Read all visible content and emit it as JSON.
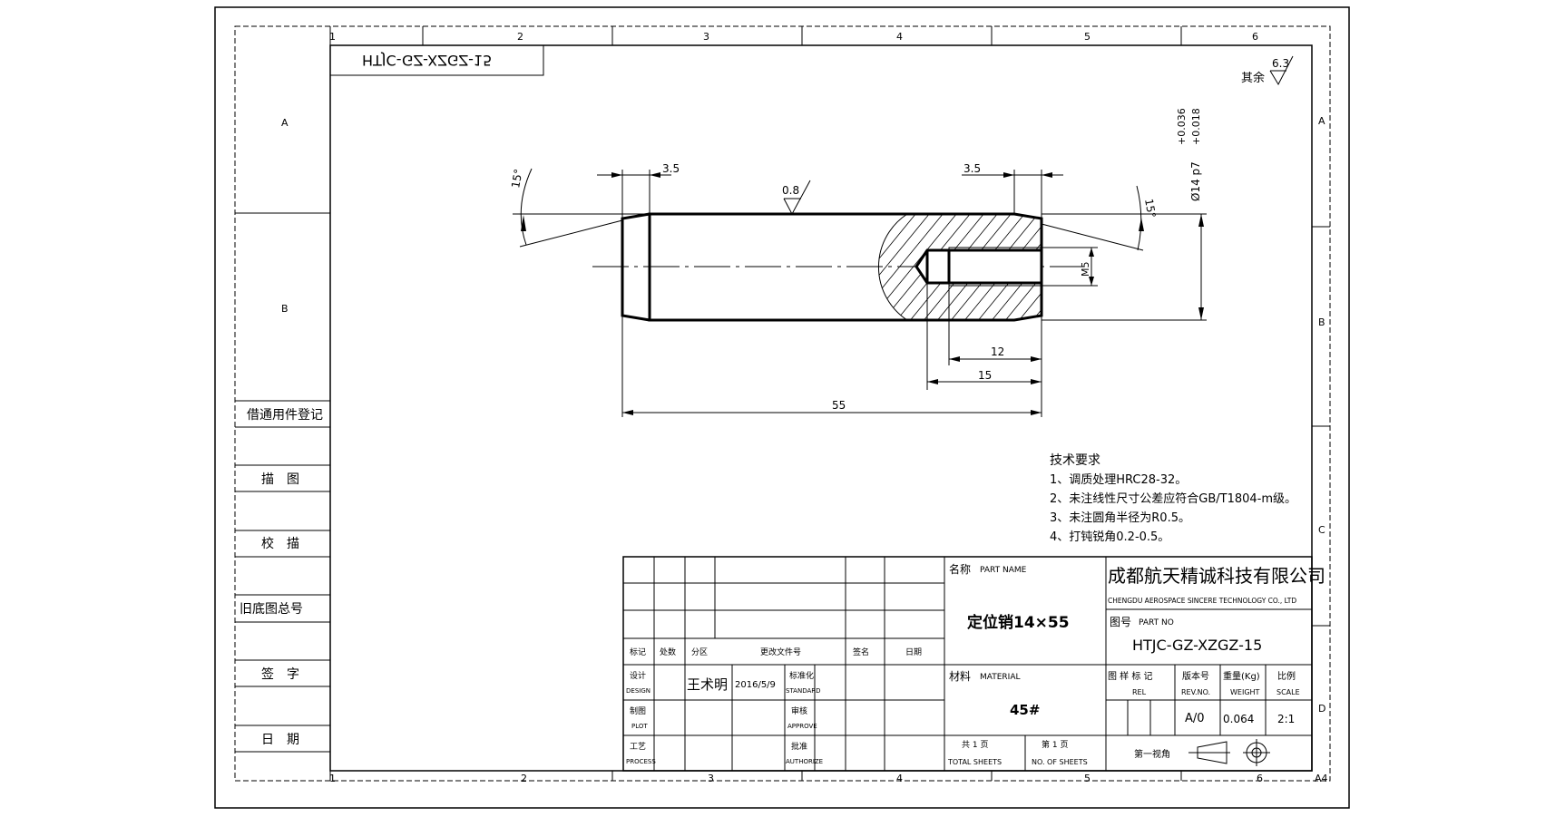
{
  "sheet": {
    "size": "A4",
    "zone_columns_top": [
      "1",
      "2",
      "3",
      "4",
      "5",
      "6"
    ],
    "zone_columns_bottom": [
      "1",
      "2",
      "3",
      "4",
      "5",
      "6"
    ],
    "zone_rows_left": [
      "A",
      "B"
    ],
    "zone_rows_right": [
      "A",
      "B",
      "C",
      "D"
    ],
    "mirrored_drawing_no": "HTJC-GZ-XZGZ-15"
  },
  "left_strip": {
    "items": [
      {
        "label": "借通用件登记"
      },
      {
        "label": "描　图"
      },
      {
        "label": "校　描"
      },
      {
        "label": "旧底图总号"
      },
      {
        "label": "签　字"
      },
      {
        "label": "日　期"
      }
    ]
  },
  "roughness": {
    "default_label": "其余",
    "default_value": "6.3",
    "surface_value": "0.8"
  },
  "dimensions": {
    "left_chamfer_length": "3.5",
    "right_chamfer_length": "3.5",
    "left_angle": "15°",
    "right_angle": "15°",
    "diameter": "Ø14 p7",
    "tol_upper": "+0.036",
    "tol_lower": "+0.018",
    "thread": "M5",
    "thread_depth": "12",
    "hole_depth": "15",
    "overall_length": "55"
  },
  "tech_requirements": {
    "title": "技术要求",
    "items": [
      "1、调质处理HRC28-32。",
      "2、未注线性尺寸公差应符合GB/T1804-m级。",
      "3、未注圆角半径为R0.5。",
      "4、打钝锐角0.2-0.5。"
    ]
  },
  "title_block": {
    "revision_headers": [
      "标记",
      "处数",
      "分区",
      "更改文件号",
      "签名",
      "日期"
    ],
    "design_label": "设计",
    "design_label_en": "DESIGN",
    "designer": "王术明",
    "design_date": "2016/5/9",
    "standard_label": "标准化",
    "standard_label_en": "STANDARD",
    "plot_label": "制图",
    "plot_label_en": "PLOT",
    "approve_label": "审核",
    "approve_label_en": "APPROVE",
    "process_label": "工艺",
    "process_label_en": "PROCESS",
    "authorize_label": "批准",
    "authorize_label_en": "AUTHORIZE",
    "part_name_label": "名称",
    "part_name_label_en": "PART NAME",
    "part_name": "定位销14×55",
    "material_label": "材料",
    "material_label_en": "MATERIAL",
    "material": "45#",
    "total_sheets": "共 1 页",
    "total_sheets_en": "TOTAL SHEETS",
    "sheet_no": "第 1 页",
    "sheet_no_en": "NO. OF SHEETS",
    "company_cn": "成都航天精诚科技有限公司",
    "company_en": "CHENGDU AEROSPACE SINCERE TECHNOLOGY CO., LTD",
    "part_no_label": "图号",
    "part_no_label_en": "PART NO",
    "part_no": "HTJC-GZ-XZGZ-15",
    "rel_label": "图 样 标 记",
    "rel_label_en": "REL",
    "rev_label": "版本号",
    "rev_label_en": "REV.NO.",
    "weight_label": "重量(Kg)",
    "weight_label_en": "WEIGHT",
    "scale_label": "比例",
    "scale_label_en": "SCALE",
    "revision": "A/0",
    "weight": "0.064",
    "scale": "2:1",
    "projection_label": "第一视角"
  }
}
